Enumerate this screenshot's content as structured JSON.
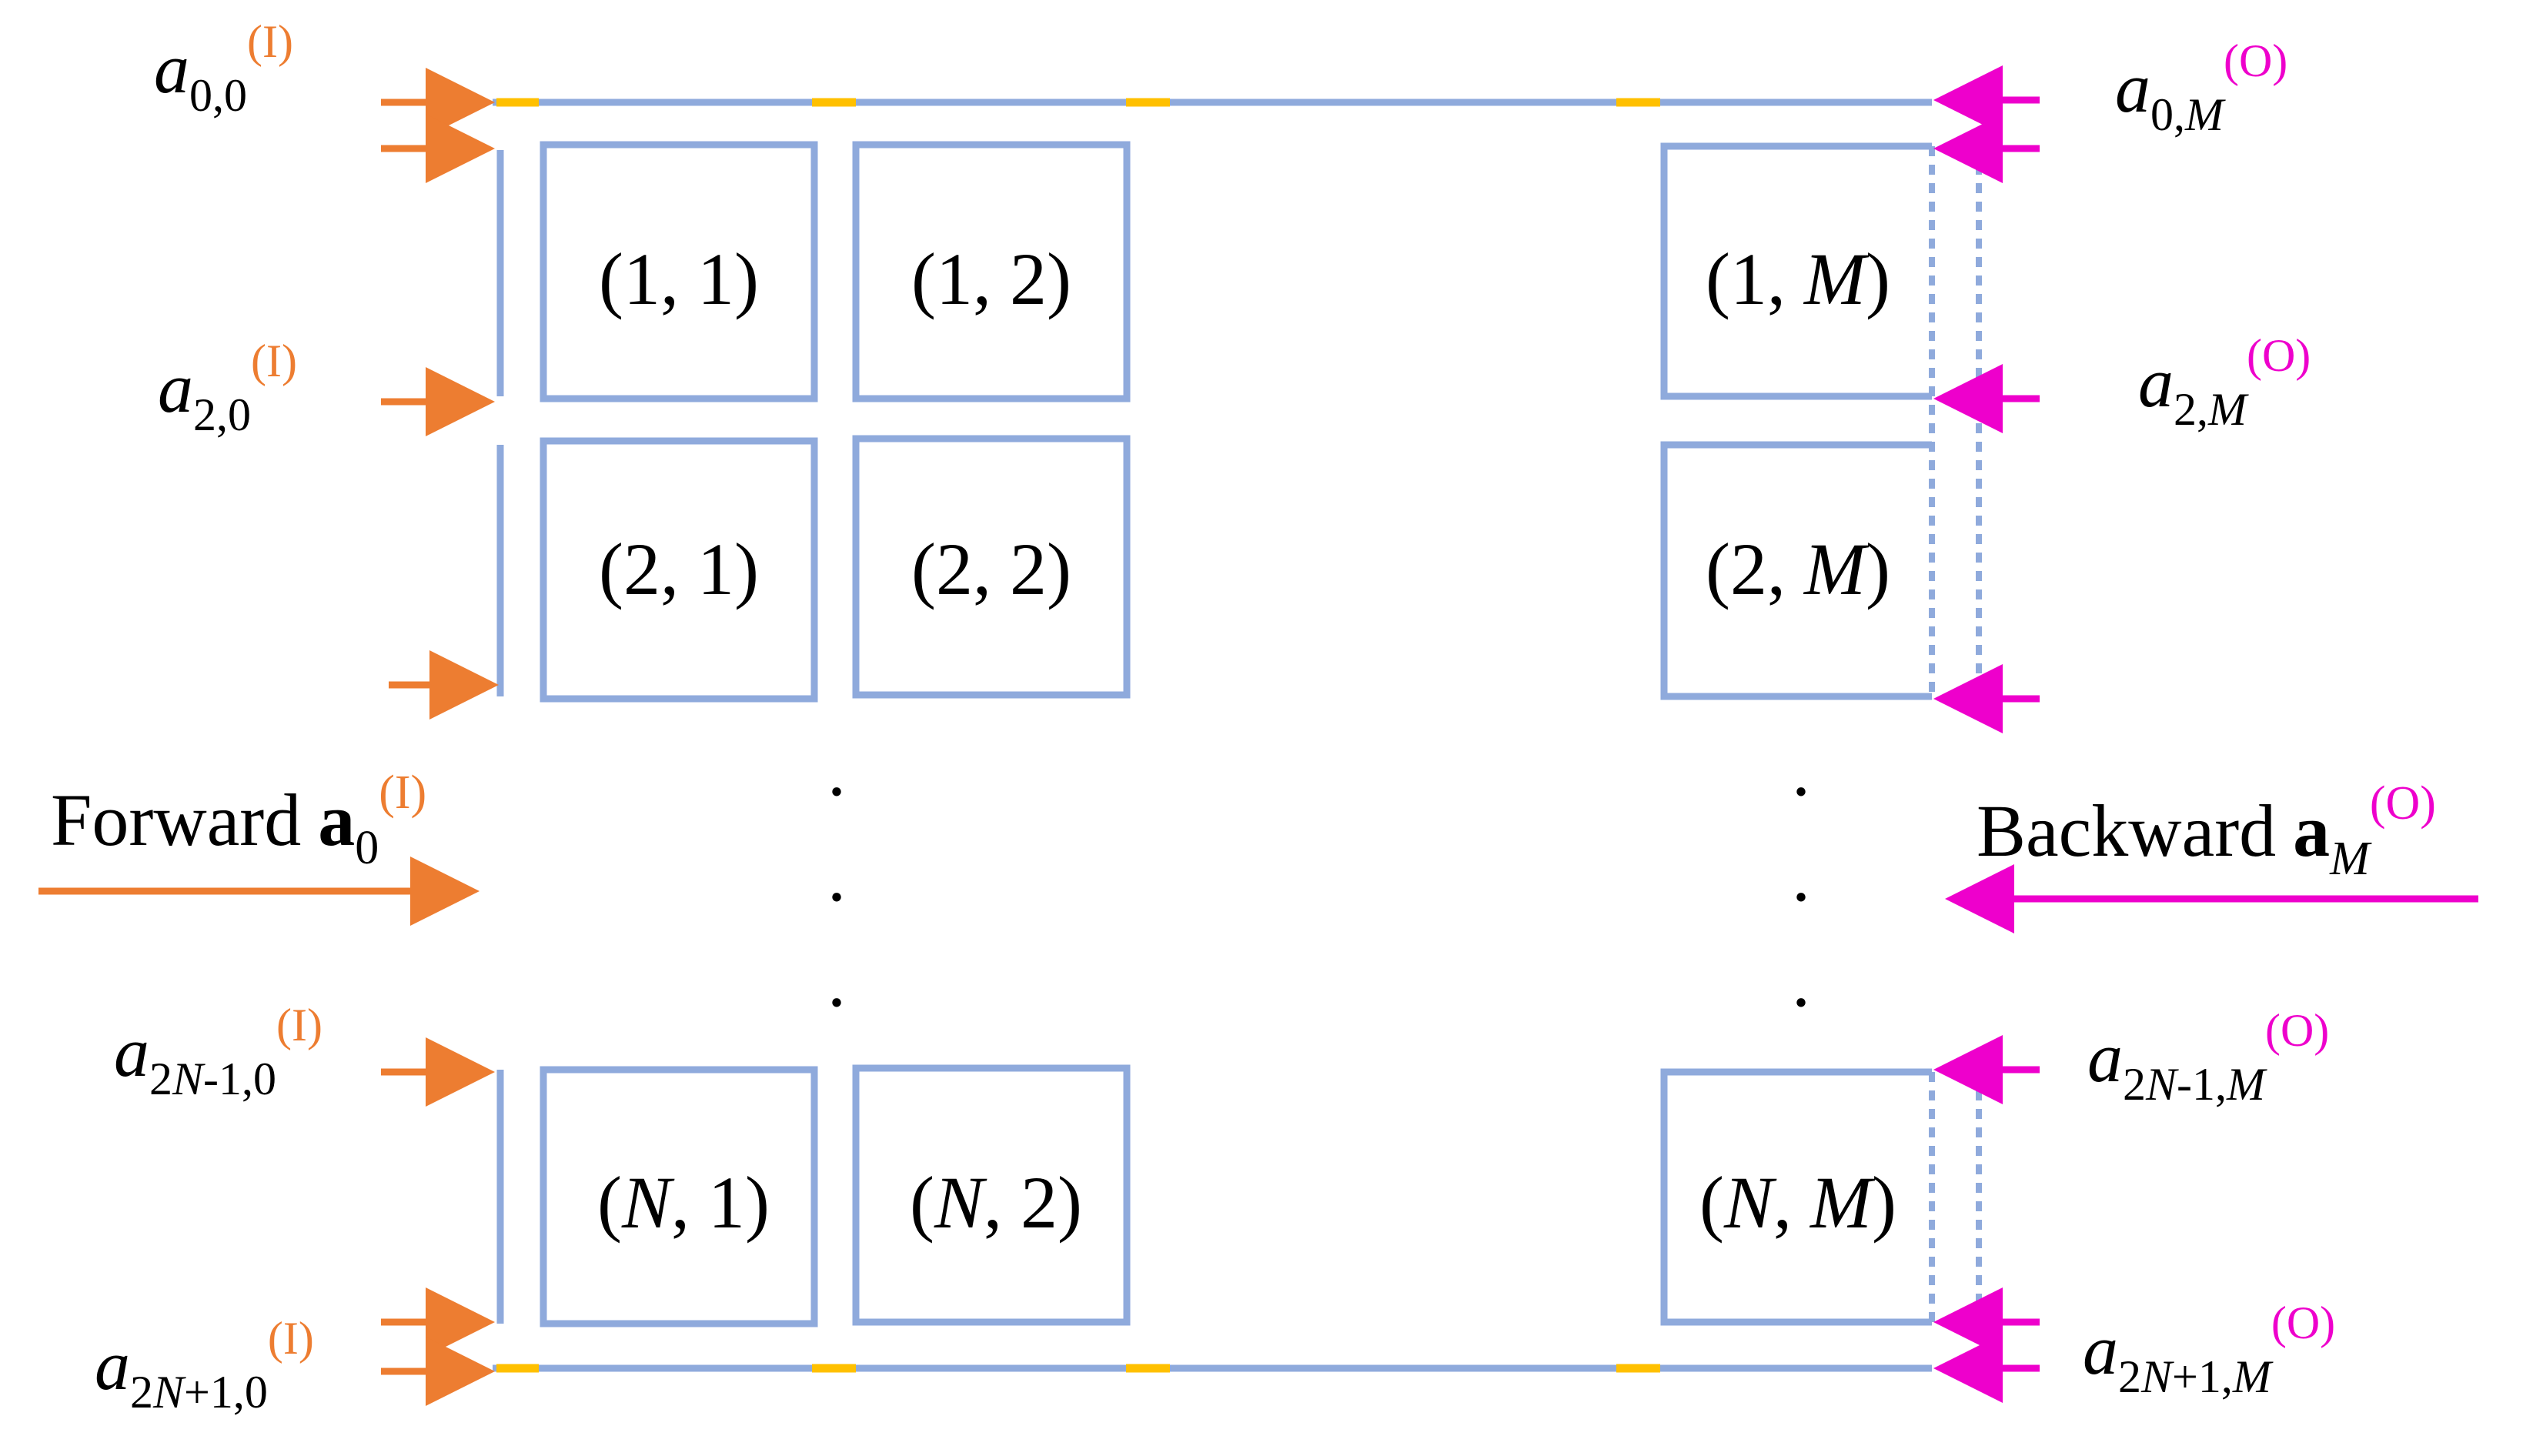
{
  "colors": {
    "waveguide": "#8FAADC",
    "coupler": "#FFC000",
    "forward": "#ED7D31",
    "backward": "#EE00CC",
    "text": "#000000"
  },
  "cells": {
    "c11": "(1, 1)",
    "c12": "(1, 2)",
    "c1M": [
      "(1, ",
      "M",
      ")"
    ],
    "c21": "(2, 1)",
    "c22": "(2, 2)",
    "c2M": [
      "(2, ",
      "M",
      ")"
    ],
    "cN1": [
      "(",
      "N",
      ", 1)"
    ],
    "cN2": [
      "(",
      "N",
      ", 2)"
    ],
    "cNM": [
      "(",
      "N",
      ", ",
      "M",
      ")"
    ]
  },
  "ellipsis": ".",
  "forward": {
    "label": "Forward",
    "vec": "a",
    "sub": "0",
    "sup": "(I)",
    "ports": {
      "a00": {
        "base": "a",
        "sub": "0,0",
        "sup": "(I)"
      },
      "a20": {
        "base": "a",
        "sub": "2,0",
        "sup": "(I)"
      },
      "a2n1": {
        "base": "a",
        "sub": [
          "2",
          "N",
          "-1,0"
        ],
        "sup": "(I)"
      },
      "a2np1": {
        "base": "a",
        "sub": [
          "2",
          "N",
          "+1,0"
        ],
        "sup": "(I)"
      }
    }
  },
  "backward": {
    "label": "Backward",
    "vec": "a",
    "sub": "M",
    "sup": "(O)",
    "ports": {
      "a0M": {
        "base": "a",
        "sub": [
          "0,",
          "M"
        ],
        "sup": "(O)"
      },
      "a2M": {
        "base": "a",
        "sub": [
          "2,",
          "M"
        ],
        "sup": "(O)"
      },
      "a2n1M": {
        "base": "a",
        "sub": [
          "2",
          "N",
          "-1,",
          "M"
        ],
        "sup": "(O)"
      },
      "a2np1M": {
        "base": "a",
        "sub": [
          "2",
          "N",
          "+1,",
          "M"
        ],
        "sup": "(O)"
      }
    }
  }
}
